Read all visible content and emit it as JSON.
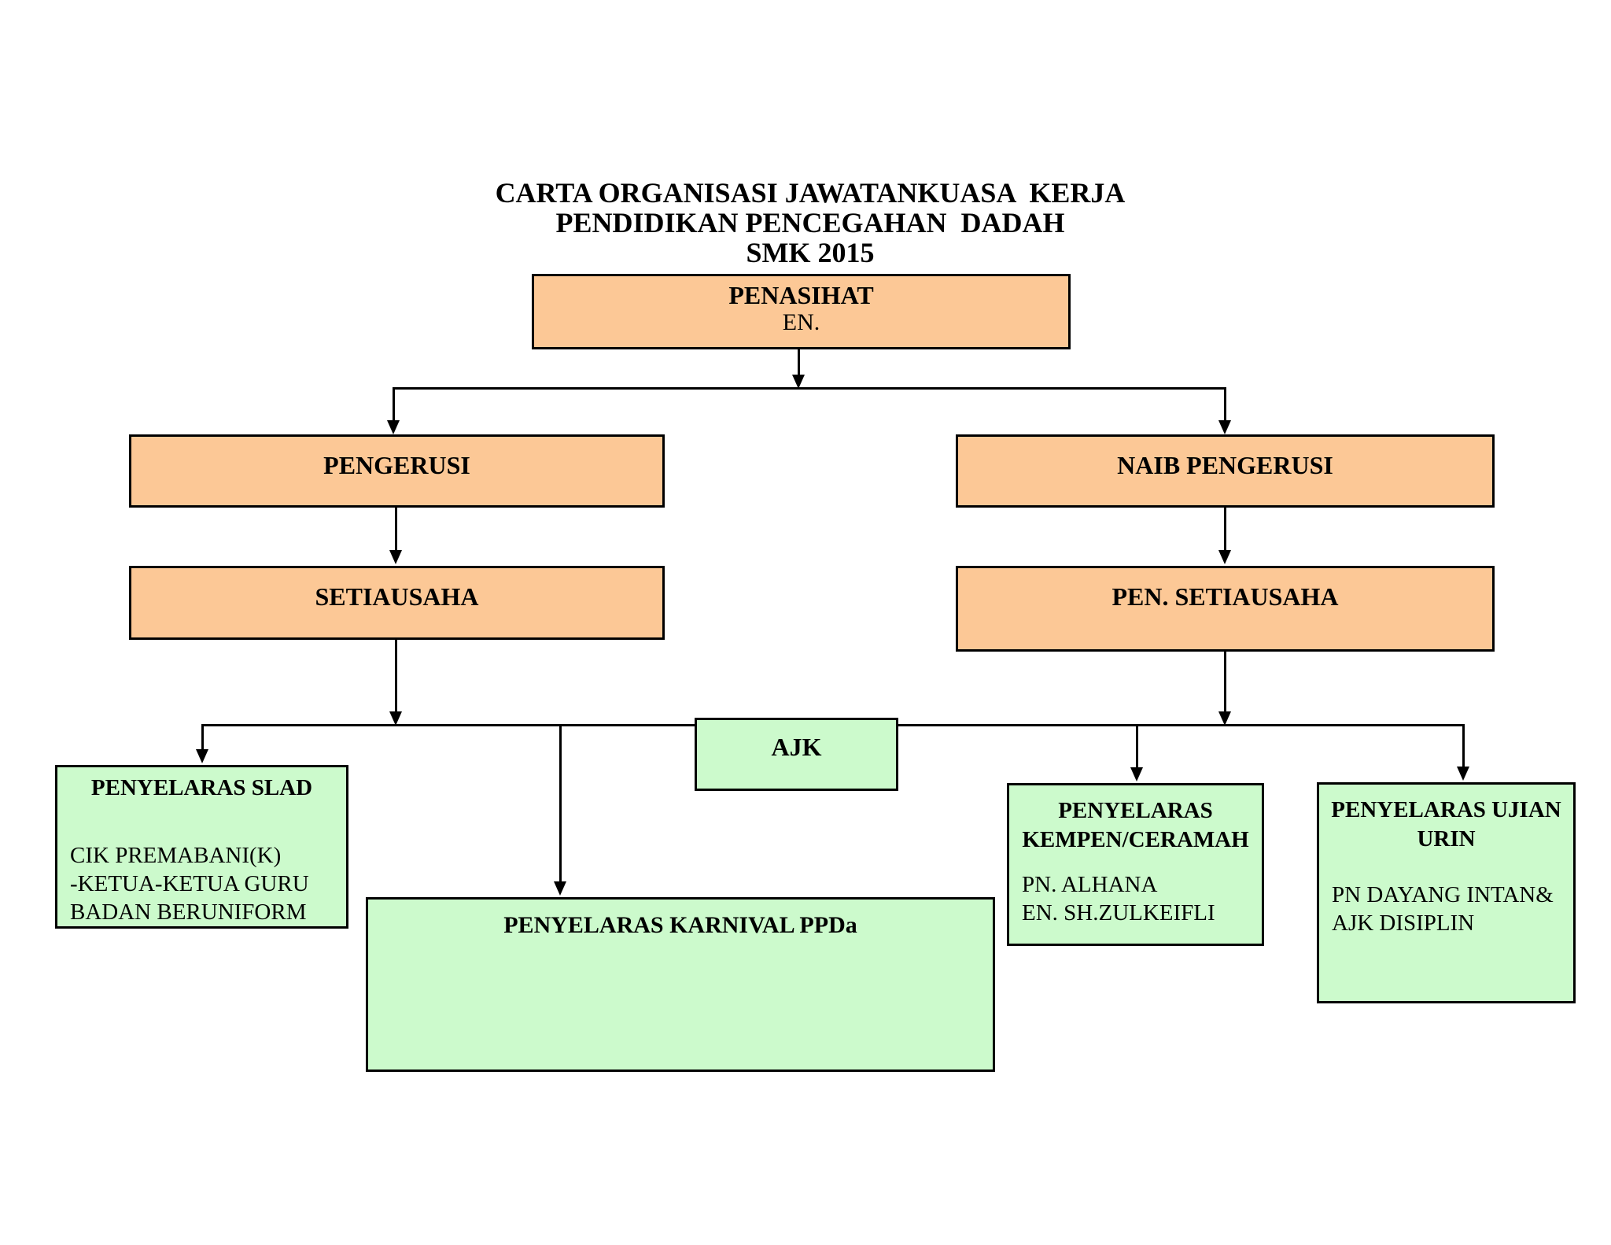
{
  "title": {
    "line1": "CARTA ORGANISASI JAWATANKUASA  KERJA",
    "line2": "PENDIDIKAN PENCEGAHAN  DADAH",
    "line3": "SMK 2015"
  },
  "colors": {
    "orange_fill": "#FCC896",
    "green_fill": "#CCFACC",
    "line": "#000000",
    "text": "#000000",
    "background": "#FFFFFF"
  },
  "nodes": {
    "penasihat": {
      "title": "PENASIHAT",
      "subtitle": "EN."
    },
    "pengerusi": {
      "title": "PENGERUSI"
    },
    "naib_pengerusi": {
      "title": "NAIB PENGERUSI"
    },
    "setiausaha": {
      "title": "SETIAUSAHA"
    },
    "pen_setiausaha": {
      "title": "PEN. SETIAUSAHA"
    },
    "ajk": {
      "title": "AJK"
    },
    "slad": {
      "title": "PENYELARAS SLAD",
      "lines": [
        "CIK PREMABANI(K)",
        "-KETUA-KETUA GURU",
        "BADAN BERUNIFORM"
      ]
    },
    "karnival": {
      "title": "PENYELARAS KARNIVAL PPDa"
    },
    "kempen": {
      "title": "PENYELARAS KEMPEN/CERAMAH",
      "lines": [
        "PN. ALHANA",
        "EN. SH.ZULKEIFLI"
      ]
    },
    "ujian": {
      "title": "PENYELARAS UJIAN URIN",
      "lines": [
        "PN DAYANG INTAN&",
        "AJK DISIPLIN"
      ]
    }
  }
}
